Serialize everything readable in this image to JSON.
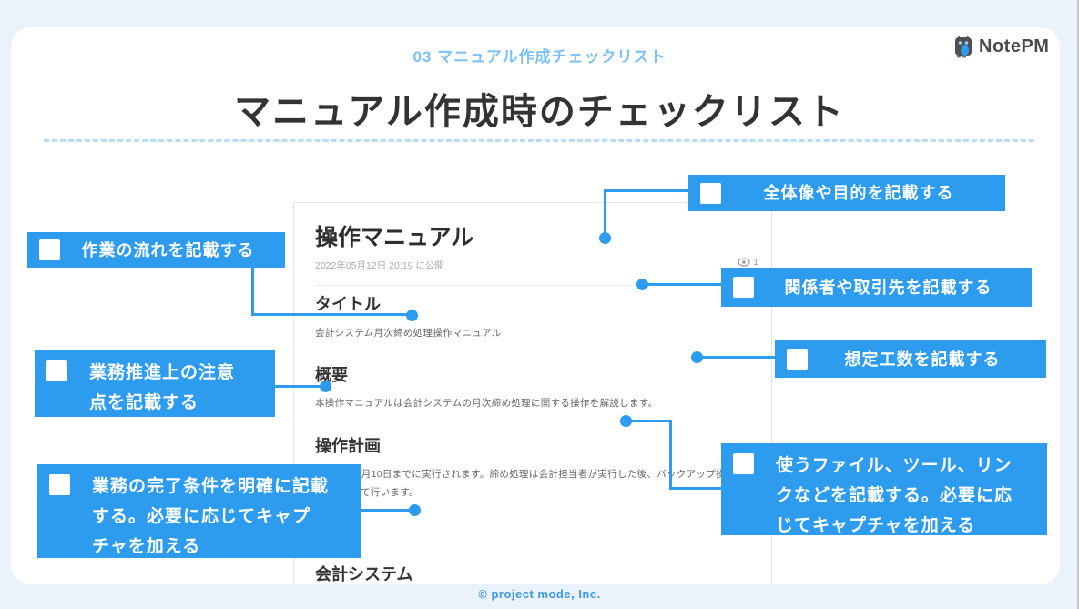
{
  "page": {
    "kicker": "03 マニュアル作成チェックリスト",
    "title": "マニュアル作成時のチェックリスト",
    "brand": "NotePM",
    "footer": "© project mode, Inc."
  },
  "colors": {
    "accent": "#2D9CEE",
    "kicker_text": "#7CC2F4",
    "footer_text": "#3E97E6",
    "title_text": "#333333"
  },
  "document": {
    "title": "操作マニュアル",
    "published": "2022年05月12日 20:19 に公開",
    "views": "1",
    "sections": [
      {
        "heading": "タイトル",
        "body": "会計システム月次締め処理操作マニュアル"
      },
      {
        "heading": "概要",
        "body": "本操作マニュアルは会計システムの月次締め処理に関する操作を解説します。"
      },
      {
        "heading": "操作計画",
        "body_line1": "毎月10日までに実行されます。締め処理は会計担当者が実行した後、バックアップ操作を",
        "body_line2": "て行います。"
      },
      {
        "heading": "会計システム"
      }
    ]
  },
  "callouts": {
    "left": [
      {
        "text": "作業の流れを記載する"
      },
      {
        "lines": [
          "業務推進上の注意",
          "点を記載する"
        ]
      },
      {
        "lines": [
          "業務の完了条件を明確に記載",
          "する。必要に応じてキャプ",
          "チャを加える"
        ]
      }
    ],
    "right": [
      {
        "text": "全体像や目的を記載する"
      },
      {
        "text": "関係者や取引先を記載する"
      },
      {
        "text": "想定工数を記載する"
      },
      {
        "lines": [
          "使うファイル、ツール、リン",
          "クなどを記載する。必要に応",
          "じてキャプチャを加える"
        ]
      }
    ]
  }
}
